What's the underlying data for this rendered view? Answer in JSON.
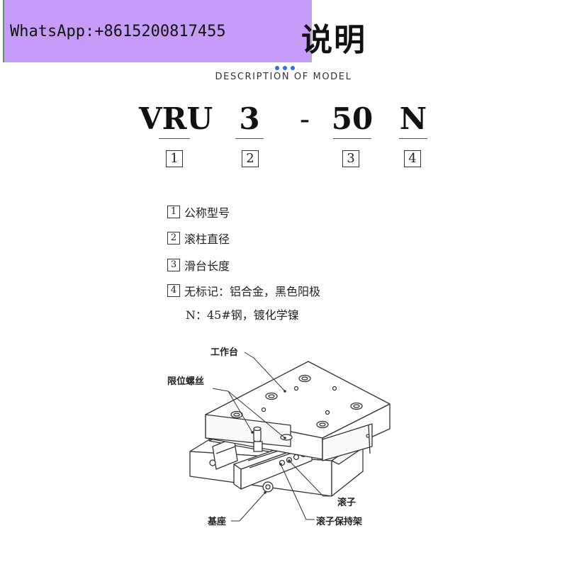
{
  "header": {
    "watermark": "WhatsApp:+8615200817455",
    "title_fragment": "说明",
    "subtitle": "DESCRIPTION OF MODEL"
  },
  "model_code": {
    "parts": [
      {
        "text": "VRU",
        "index": "1"
      },
      {
        "text": "3",
        "index": "2"
      },
      {
        "text": "-",
        "index": ""
      },
      {
        "text": "50",
        "index": "3"
      },
      {
        "text": "N",
        "index": "4"
      }
    ]
  },
  "legend": [
    {
      "index": "1",
      "text": "公称型号"
    },
    {
      "index": "2",
      "text": "滚柱直径"
    },
    {
      "index": "3",
      "text": "滑台长度"
    },
    {
      "index": "4",
      "text": "无标记：铝合金，黑色阳极"
    },
    {
      "index": "",
      "text": "N：45#钢，镀化学镍"
    }
  ],
  "diagram": {
    "labels": {
      "worktable": "工作台",
      "limit_screw": "限位螺丝",
      "roller": "滚子",
      "roller_cage": "滚子保持架",
      "base": "基座"
    },
    "colors": {
      "stroke": "#333333",
      "fill": "#ffffff",
      "accent": "#2f6fe0"
    }
  }
}
